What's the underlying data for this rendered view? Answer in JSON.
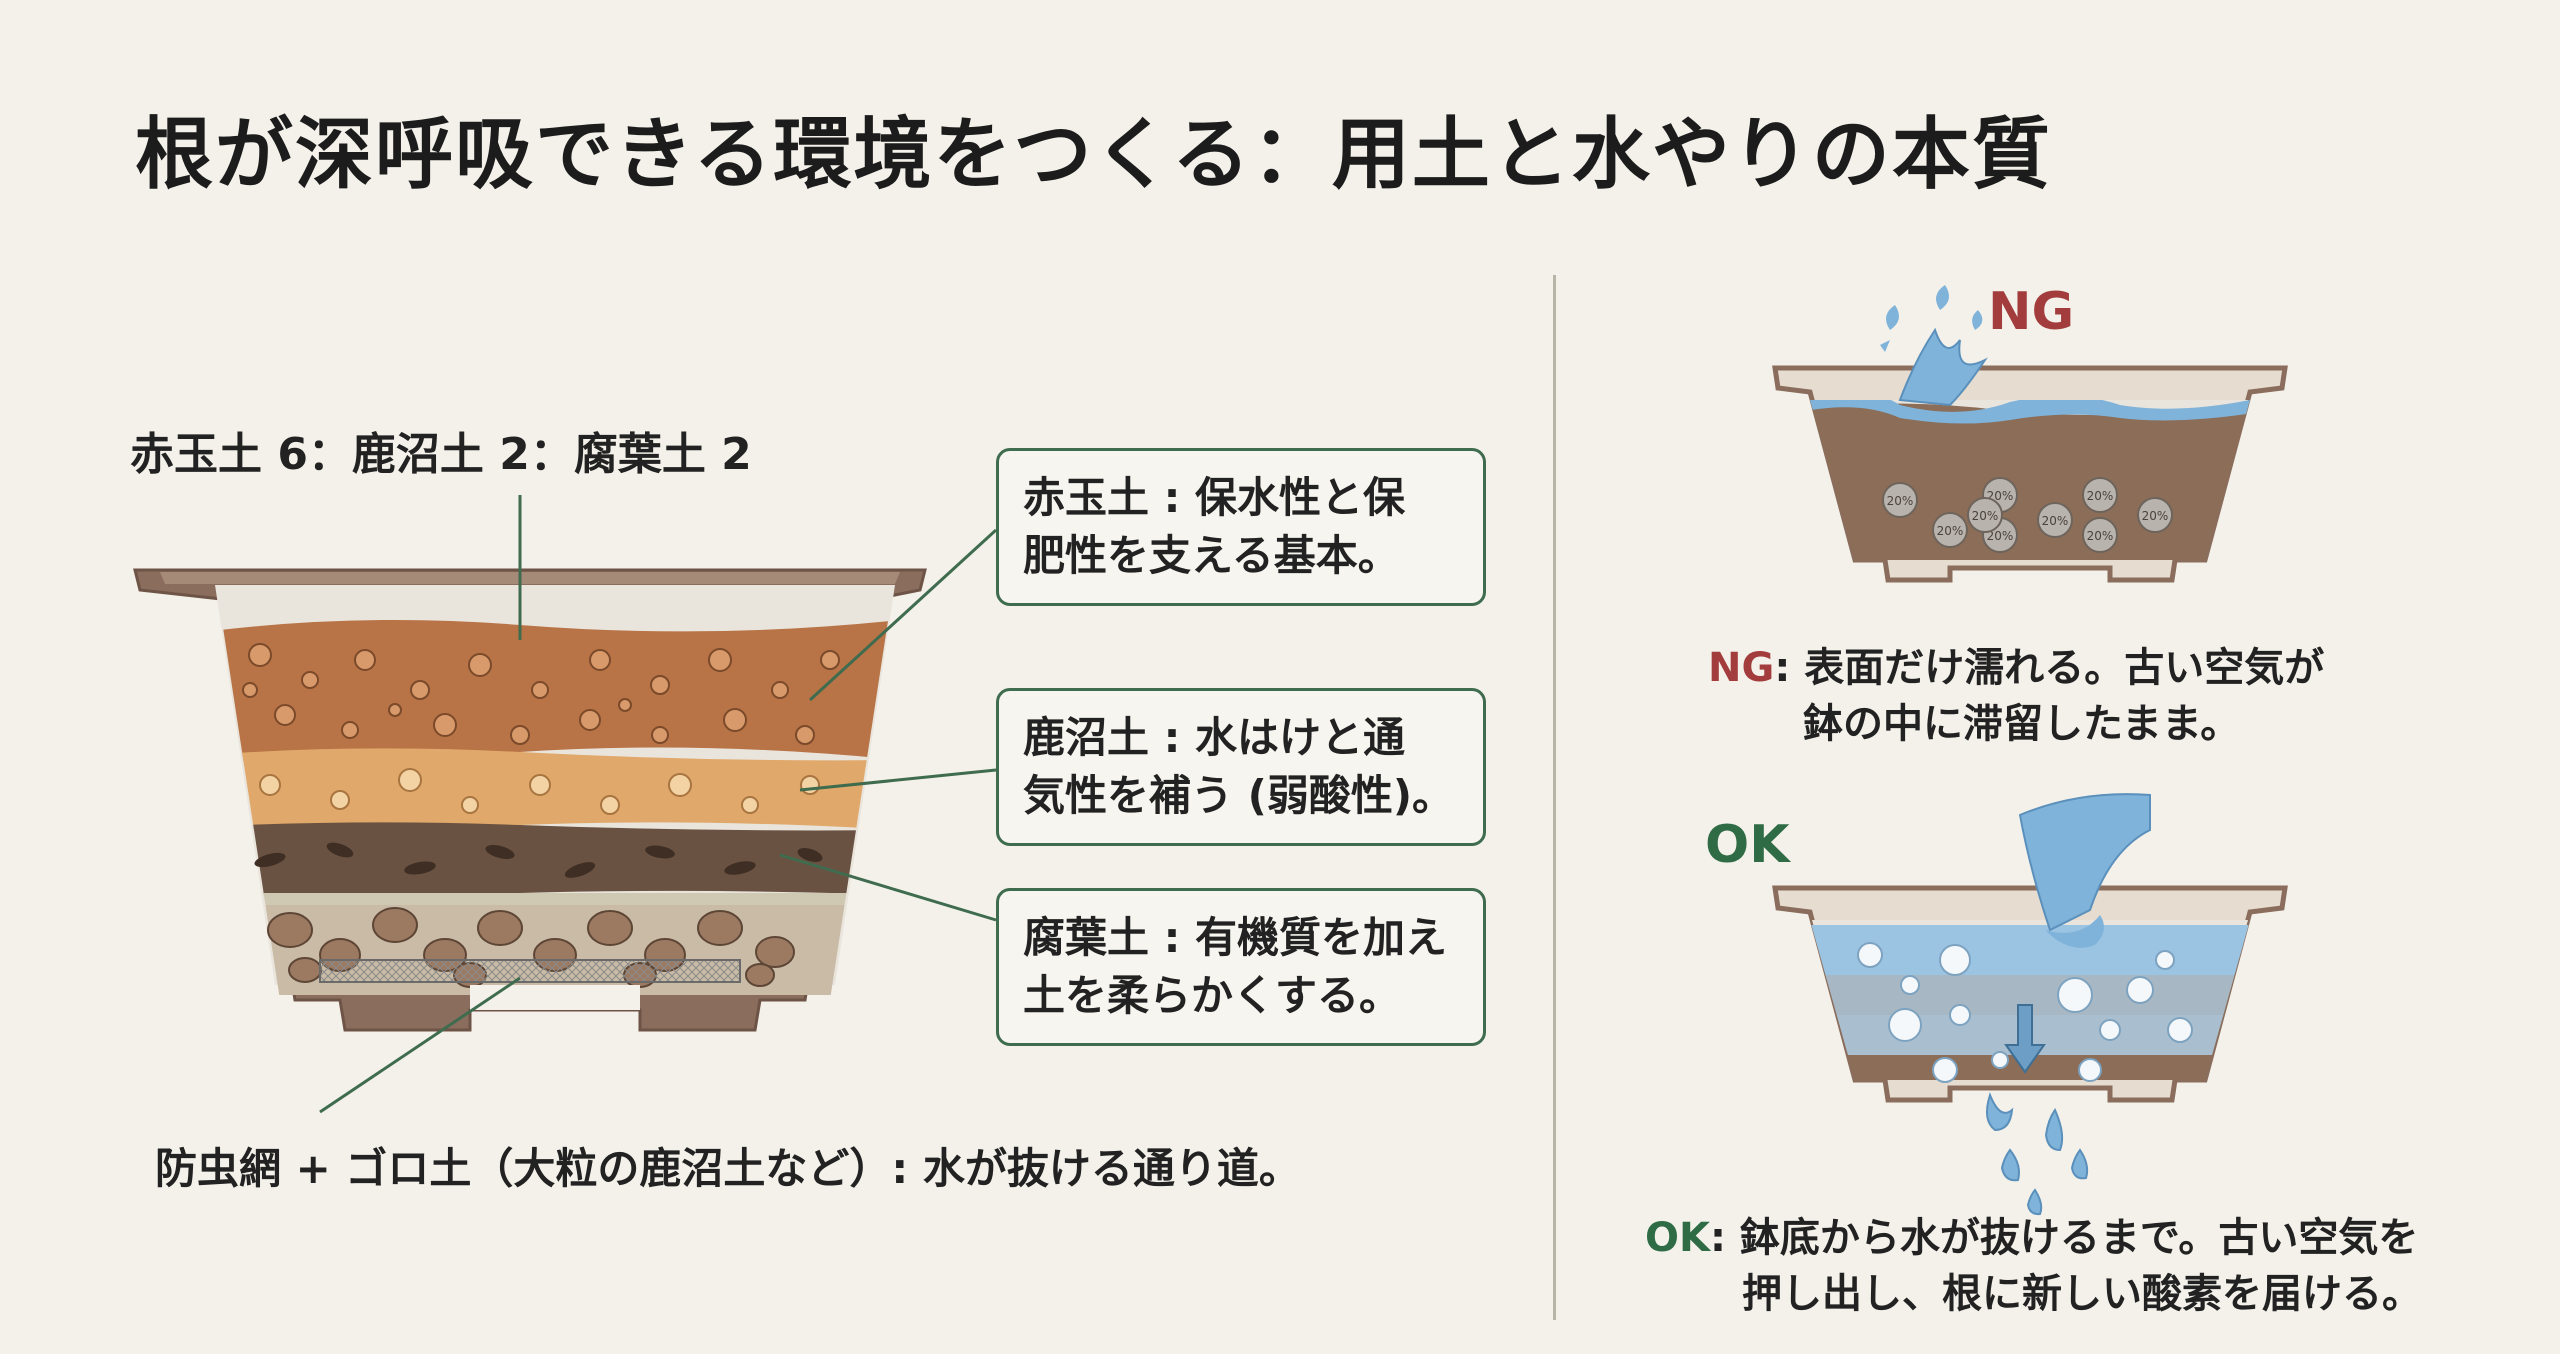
{
  "title": "根が深呼吸できる環境をつくる：用土と水やりの本質",
  "mix_ratio": "赤玉土 6：鹿沼土 2：腐葉土 2",
  "callouts": {
    "akadama": {
      "line1": "赤玉土 : 保水性と保",
      "line2": "肥性を支える基本。"
    },
    "kanuma": {
      "line1": "鹿沼土 : 水はけと通",
      "line2": "気性を補う (弱酸性)。"
    },
    "fuyodo": {
      "line1": "腐葉土 : 有機質を加え",
      "line2": "土を柔らかくする。"
    }
  },
  "bottom_label": "防虫網 + ゴロ土（大粒の鹿沼土など）: 水が抜ける通り道。",
  "ng": {
    "heading": "NG",
    "tag": "NG",
    "line1": ": 表面だけ濡れる。古い空気が",
    "line2": "鉢の中に滞留したまま。",
    "bubble_labels": [
      "20%",
      "20%",
      "20%",
      "20%",
      "20%",
      "20%",
      "20%",
      "20%",
      "20%"
    ]
  },
  "ok": {
    "heading": "OK",
    "tag": "OK",
    "line1": ": 鉢底から水が抜けるまで。古い空気を",
    "line2": "押し出し、根に新しい酸素を届ける。"
  },
  "colors": {
    "pot": "#8a6d5c",
    "pot_rim": "#e9e4dc",
    "akadama": "#b87446",
    "kanuma": "#e0a86a",
    "fuyodo": "#6a5242",
    "gravel": "#b7a691",
    "callout_border": "#3f6b4e",
    "ng_red": "#a33d3d",
    "ok_green": "#2f6b45",
    "water": "#7fb3da"
  }
}
